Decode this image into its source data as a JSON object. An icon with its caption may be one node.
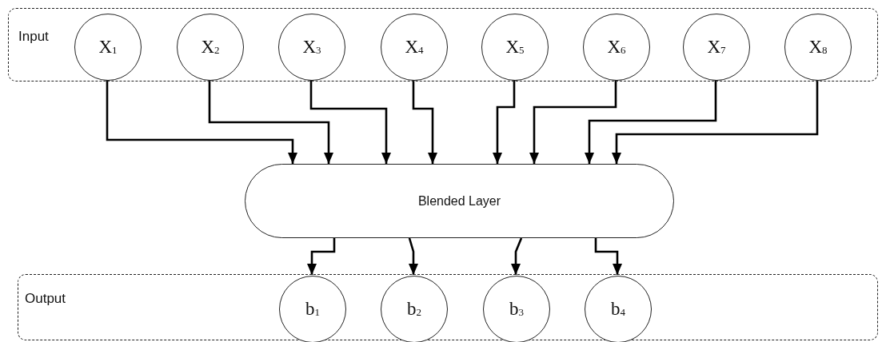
{
  "diagram": {
    "nodes": [
      {
        "text": [
          "Input"
        ]
      },
      {
        "text": [
          "X$_{1}$"
        ],
        "in": 0
      },
      {
        "text": [
          "X$_{2}$"
        ],
        "in": 0
      },
      {
        "text": [
          "X$_{3}$"
        ],
        "in": 0
      },
      {
        "text": [
          "X$_{4}$"
        ],
        "in": 0
      },
      {
        "text": [
          "X$_{5}$"
        ],
        "in": 0
      },
      {
        "text": [
          "X$_{6}$"
        ],
        "in": 0
      },
      {
        "text": [
          "X$_{7}$"
        ],
        "in": 0
      },
      {
        "text": [
          "X$_{8}$"
        ],
        "in": 0
      },
      {
        "text": [
          "Blended Layer"
        ]
      },
      {
        "text": [
          "Output"
        ]
      },
      {
        "text": [
          "b$_{1}$"
        ],
        "in": 10
      },
      {
        "text": [
          "b$_{2}$"
        ],
        "in": 10
      },
      {
        "text": [
          "b$_{3}$"
        ],
        "in": 10
      },
      {
        "text": [
          "b$_{4}$"
        ],
        "in": 10
      }
    ],
    "edges": [
      {
        "from": 1,
        "to": 9,
        "arrow": "to"
      },
      {
        "from": 2,
        "to": 9,
        "arrow": "to"
      },
      {
        "from": 3,
        "to": 9,
        "arrow": "to"
      },
      {
        "from": 4,
        "to": 9,
        "arrow": "to"
      },
      {
        "from": 5,
        "to": 9,
        "arrow": "to"
      },
      {
        "from": 6,
        "to": 9,
        "arrow": "to"
      },
      {
        "from": 7,
        "to": 9,
        "arrow": "to"
      },
      {
        "from": 8,
        "to": 9,
        "arrow": "to"
      },
      {
        "from": 9,
        "to": 11,
        "arrow": "to"
      },
      {
        "from": 9,
        "to": 12,
        "arrow": "to"
      },
      {
        "from": 9,
        "to": 13,
        "arrow": "to"
      },
      {
        "from": 9,
        "to": 14,
        "arrow": "to"
      }
    ]
  }
}
